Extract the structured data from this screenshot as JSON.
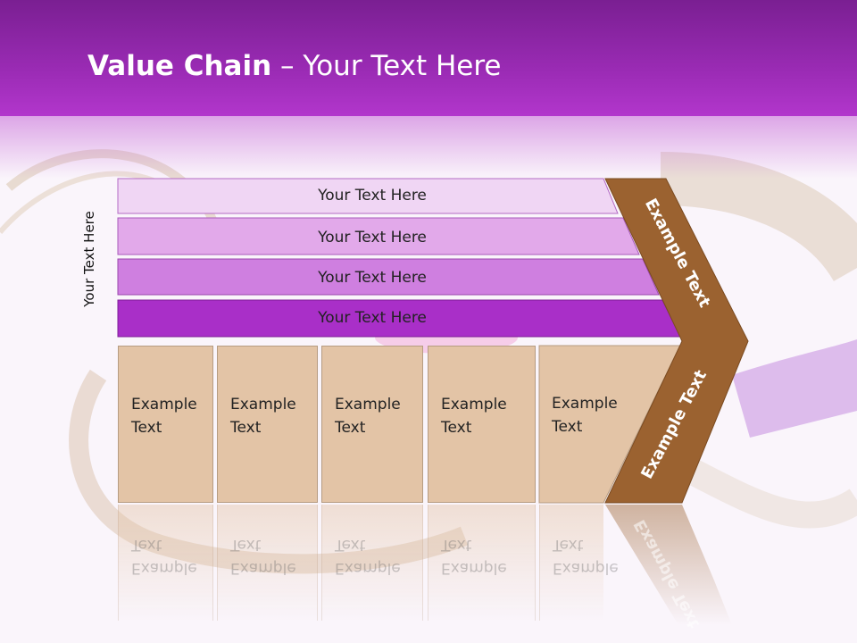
{
  "slide": {
    "title_bold": "Value Chain",
    "title_rest": " – Your Text Here"
  },
  "side_label": "Your Text Here",
  "bands": [
    {
      "label": "Your Text Here",
      "color": "#f0d6f4"
    },
    {
      "label": "Your Text Here",
      "color": "#e2a9ea"
    },
    {
      "label": "Your Text Here",
      "color": "#cf7fe0"
    },
    {
      "label": "Your Text Here",
      "color": "#a92fc8"
    }
  ],
  "boxes": [
    {
      "line1": "Example",
      "line2": "Text"
    },
    {
      "line1": "Example",
      "line2": "Text"
    },
    {
      "line1": "Example",
      "line2": "Text"
    },
    {
      "line1": "Example",
      "line2": "Text"
    },
    {
      "line1": "Example",
      "line2": "Text"
    }
  ],
  "chevron": {
    "upper_label": "Example Text",
    "lower_label": "Example Text",
    "color": "#9b6230"
  },
  "colors": {
    "header": "#9a2bb4",
    "box_fill": "#e3c4a6"
  }
}
